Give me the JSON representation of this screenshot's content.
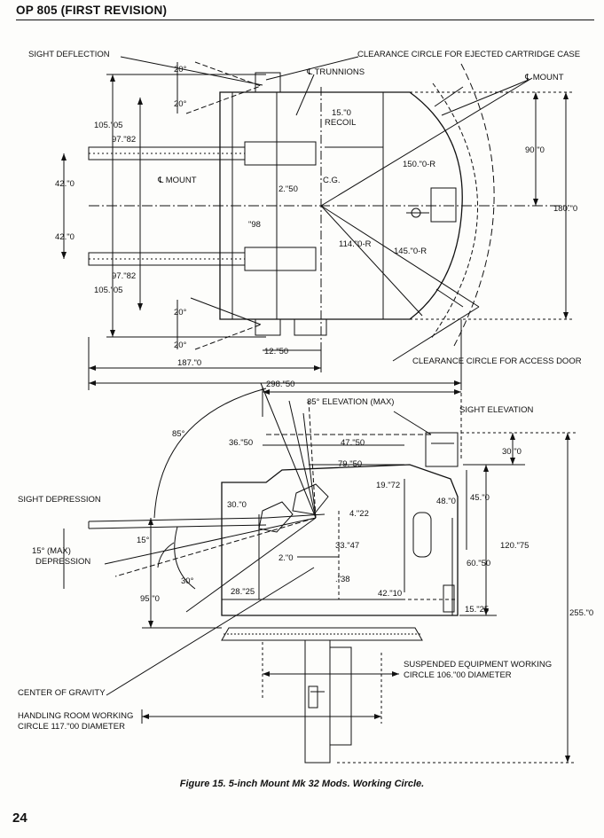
{
  "header": {
    "title": "OP 805 (FIRST REVISION)"
  },
  "top_view": {
    "sight_deflection": "SIGHT DEFLECTION",
    "clearance_ejected": "CLEARANCE CIRCLE FOR EJECTED CARTRIDGE CASE",
    "cl_trunnions": "℄ TRUNNIONS",
    "cl_mount_right": "℄ MOUNT",
    "cl_mount_left": "℄ MOUNT",
    "angle_20_a": "20°",
    "angle_20_b": "20°",
    "angle_20_c": "20°",
    "angle_20_d": "20°",
    "d_105_05_top": "105.\"05",
    "d_97_82_top": "97.\"82",
    "d_15_0": "15.\"0",
    "recoil": "RECOIL",
    "d_90_0": "90.\"0",
    "d_150_0_r": "150.\"0-R",
    "d_42_0_a": "42.\"0",
    "d_42_0_b": "42.\"0",
    "d_2_50": "2.\"50",
    "cg": "C.G.",
    "d_98": "\"98",
    "d_180_0": "180.\"0",
    "d_114_0_r": "114.\"0-R",
    "d_145_0_r": "145.\"0-R",
    "d_97_82_bot": "97.\"82",
    "d_105_05_bot": "105.\"05",
    "d_12_50": "12.\"50",
    "d_187_0": "187.\"0",
    "clearance_access": "CLEARANCE CIRCLE FOR ACCESS DOOR"
  },
  "side_view": {
    "d_298_50": "298.\"50",
    "elev_max": "85° ELEVATION (MAX)",
    "sight_elevation": "SIGHT ELEVATION",
    "angle_85": "85°",
    "d_36_50": "36.\"50",
    "d_47_50": "47.\"50",
    "d_79_50": "79.\"50",
    "d_30_0_top": "30.\"0",
    "sight_depression": "SIGHT DEPRESSION",
    "d_19_72": "19.\"72",
    "d_48_0": "48.\"0",
    "d_45_0": "45.\"0",
    "d_30_0_left": "30.\"0",
    "d_4_22": "4.\"22",
    "angle_15": "15°",
    "dep_15_a": "15° (MAX)",
    "dep_15_b": "DEPRESSION",
    "d_33_47": "33.\"47",
    "d_120_75": "120.\"75",
    "d_2_0": "2.\"0",
    "d_38": ".\"38",
    "d_60_50": "60.\"50",
    "angle_30": "30°",
    "d_28_25": "28.\"25",
    "d_42_10": "42.\"10",
    "d_95_0": "95.\"0",
    "d_15_25": "15.\"25",
    "d_255_0": "255.\"0",
    "susp_1": "SUSPENDED EQUIPMENT WORKING",
    "susp_2": "CIRCLE 106.\"00 DIAMETER",
    "center_gravity": "CENTER OF GRAVITY",
    "handling_1": "HANDLING ROOM WORKING",
    "handling_2": "CIRCLE 117.\"00 DIAMETER"
  },
  "caption": "Figure 15.  5-inch Mount Mk 32 Mods.  Working Circle.",
  "page_number": "24"
}
